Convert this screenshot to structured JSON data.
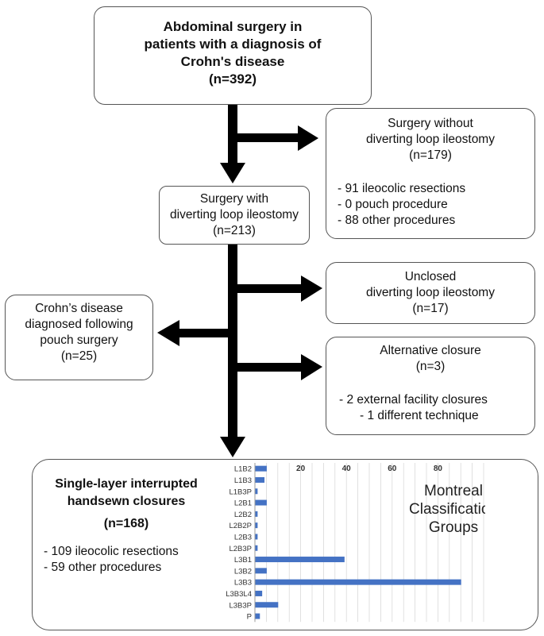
{
  "start_box": {
    "lines": [
      "Abdominal surgery in",
      "patients with a diagnosis of",
      "Crohn's disease",
      "(n=392)"
    ]
  },
  "without_ileostomy_box": {
    "lines": [
      "Surgery without",
      "diverting loop ileostomy",
      "(n=179)"
    ],
    "bullets": [
      "- 91 ileocolic resections",
      "- 0 pouch procedure",
      "- 88 other procedures"
    ]
  },
  "with_ileostomy_box": {
    "lines": [
      "Surgery with",
      "diverting loop ileostomy",
      "(n=213)"
    ]
  },
  "unclosed_box": {
    "lines": [
      "Unclosed",
      "diverting loop ileostomy",
      "(n=17)"
    ]
  },
  "pouch_box": {
    "lines": [
      "Crohn’s disease",
      "diagnosed following",
      "pouch surgery",
      "(n=25)"
    ]
  },
  "alternative_box": {
    "lines": [
      "Alternative closure",
      "(n=3)"
    ],
    "bullets": [
      "-    2 external facility closures",
      "-    1 different technique"
    ]
  },
  "final_box": {
    "lines": [
      "Single-layer interrupted",
      "handsewn closures",
      "(n=168)"
    ],
    "bullets": [
      "-    109 ileocolic resections",
      "-    59 other procedures"
    ]
  },
  "chart_data": {
    "type": "bar",
    "orientation": "horizontal",
    "title": "Montreal Classification Groups",
    "title_lines": [
      "Montreal",
      "Classification",
      "Groups"
    ],
    "categories": [
      "L1B2",
      "L1B3",
      "L1B3P",
      "L2B1",
      "L2B2",
      "L2B2P",
      "L2B3",
      "L2B3P",
      "L3B1",
      "L3B2",
      "L3B3",
      "L3B3L4",
      "L3B3P",
      "P"
    ],
    "values": [
      5,
      4,
      1,
      5,
      1,
      1,
      1,
      1,
      39,
      5,
      90,
      3,
      10,
      2
    ],
    "xlim": [
      0,
      100
    ],
    "xticks": [
      20,
      40,
      60,
      80
    ],
    "grid": true,
    "bar_color": "#4472c4"
  },
  "colors": {
    "arrow": "#000000",
    "box_border": "#555555"
  }
}
